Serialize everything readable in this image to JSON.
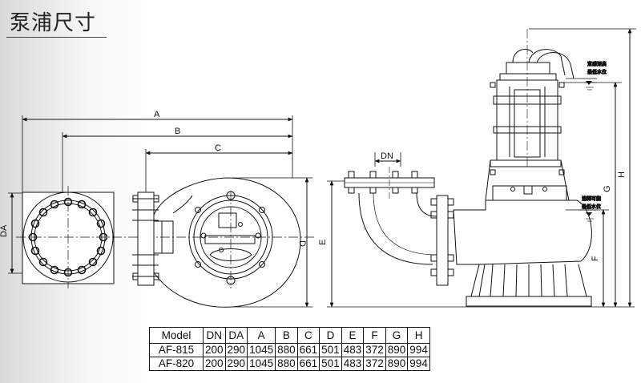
{
  "title": "泵浦尺寸",
  "dimension_labels": {
    "A": "A",
    "B": "B",
    "C": "C",
    "D": "D",
    "DA": "DA",
    "DN": "DN",
    "E": "E",
    "F": "F",
    "G": "G",
    "H": "H"
  },
  "level_notes": {
    "top_line1": "意感深高",
    "top_line2": "最低水位",
    "bottom_line1": "連轉可能",
    "bottom_line2": "最低水位"
  },
  "table": {
    "headers": [
      "Model",
      "DN",
      "DA",
      "A",
      "B",
      "C",
      "D",
      "E",
      "F",
      "G",
      "H"
    ],
    "rows": [
      [
        "AF-815",
        "200",
        "290",
        "1045",
        "880",
        "661",
        "501",
        "483",
        "372",
        "890",
        "994"
      ],
      [
        "AF-820",
        "200",
        "290",
        "1045",
        "880",
        "661",
        "501",
        "483",
        "372",
        "890",
        "994"
      ]
    ]
  }
}
